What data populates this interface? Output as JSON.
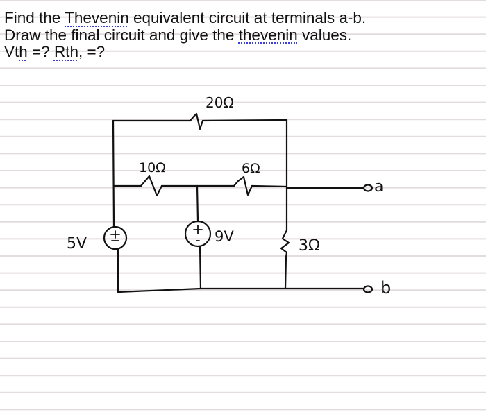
{
  "question": {
    "line1": {
      "pre": "Find the ",
      "flagged": "Thevenin",
      "post": " equivalent circuit at terminals a-b."
    },
    "line2": {
      "pre": "Draw the final circuit and give the ",
      "flagged": "thevenin",
      "post": " values."
    },
    "line3": {
      "a": "Vt",
      "a_flag": "h",
      "b": " =? ",
      "b_flag": "Rth",
      "c": ", =?"
    }
  },
  "circuit": {
    "resistors": [
      {
        "id": "R20",
        "label": "20Ω",
        "value_ohm": 20,
        "position": "top branch"
      },
      {
        "id": "R10",
        "label": "10Ω",
        "value_ohm": 10,
        "position": "middle-left"
      },
      {
        "id": "R6",
        "label": "6Ω",
        "value_ohm": 6,
        "position": "middle-right"
      },
      {
        "id": "R3",
        "label": "3Ω",
        "value_ohm": 3,
        "position": "right vertical"
      }
    ],
    "sources": [
      {
        "id": "V1",
        "label": "5V",
        "value_v": 5,
        "polarity_symbol": "±"
      },
      {
        "id": "V2",
        "label": "9V",
        "value_v": 9,
        "polarity_symbol": "+ -"
      }
    ],
    "terminals": [
      {
        "id": "a",
        "label": "a"
      },
      {
        "id": "b",
        "label": "b"
      }
    ]
  },
  "colors": {
    "ink": "#111111",
    "ruled_line": "#e2dcdc",
    "spellcheck": "#3b3bd6",
    "paper": "#ffffff"
  }
}
